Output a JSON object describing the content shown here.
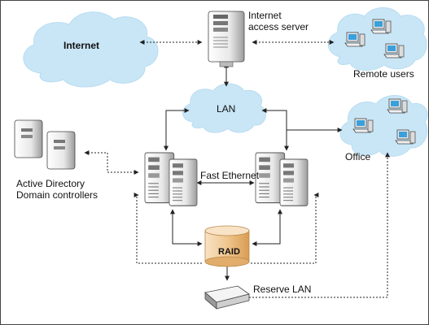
{
  "colors": {
    "cloud": "#c9e6f6",
    "cloud_edge": "#a7d3ee",
    "server_body": "#f2f2f2",
    "server_shade": "#9a9a9a",
    "raid_top": "#f6dbb5",
    "raid_side": "#e5b67a",
    "line": "#222222"
  },
  "labels": {
    "internet": "Internet",
    "access_server_line1": "Internet",
    "access_server_line2": "access server",
    "remote_users": "Remote users",
    "lan": "LAN",
    "office": "Office",
    "ad_line1": "Active Directory",
    "ad_line2": "Domain controllers",
    "fast_ethernet": "Fast Ethernet",
    "raid": "RAID",
    "reserve_lan": "Reserve LAN"
  },
  "icons": {
    "server": "tower-server-icon",
    "workstation": "workstation-icon",
    "storage": "raid-cylinder-icon",
    "device": "network-appliance-icon"
  }
}
